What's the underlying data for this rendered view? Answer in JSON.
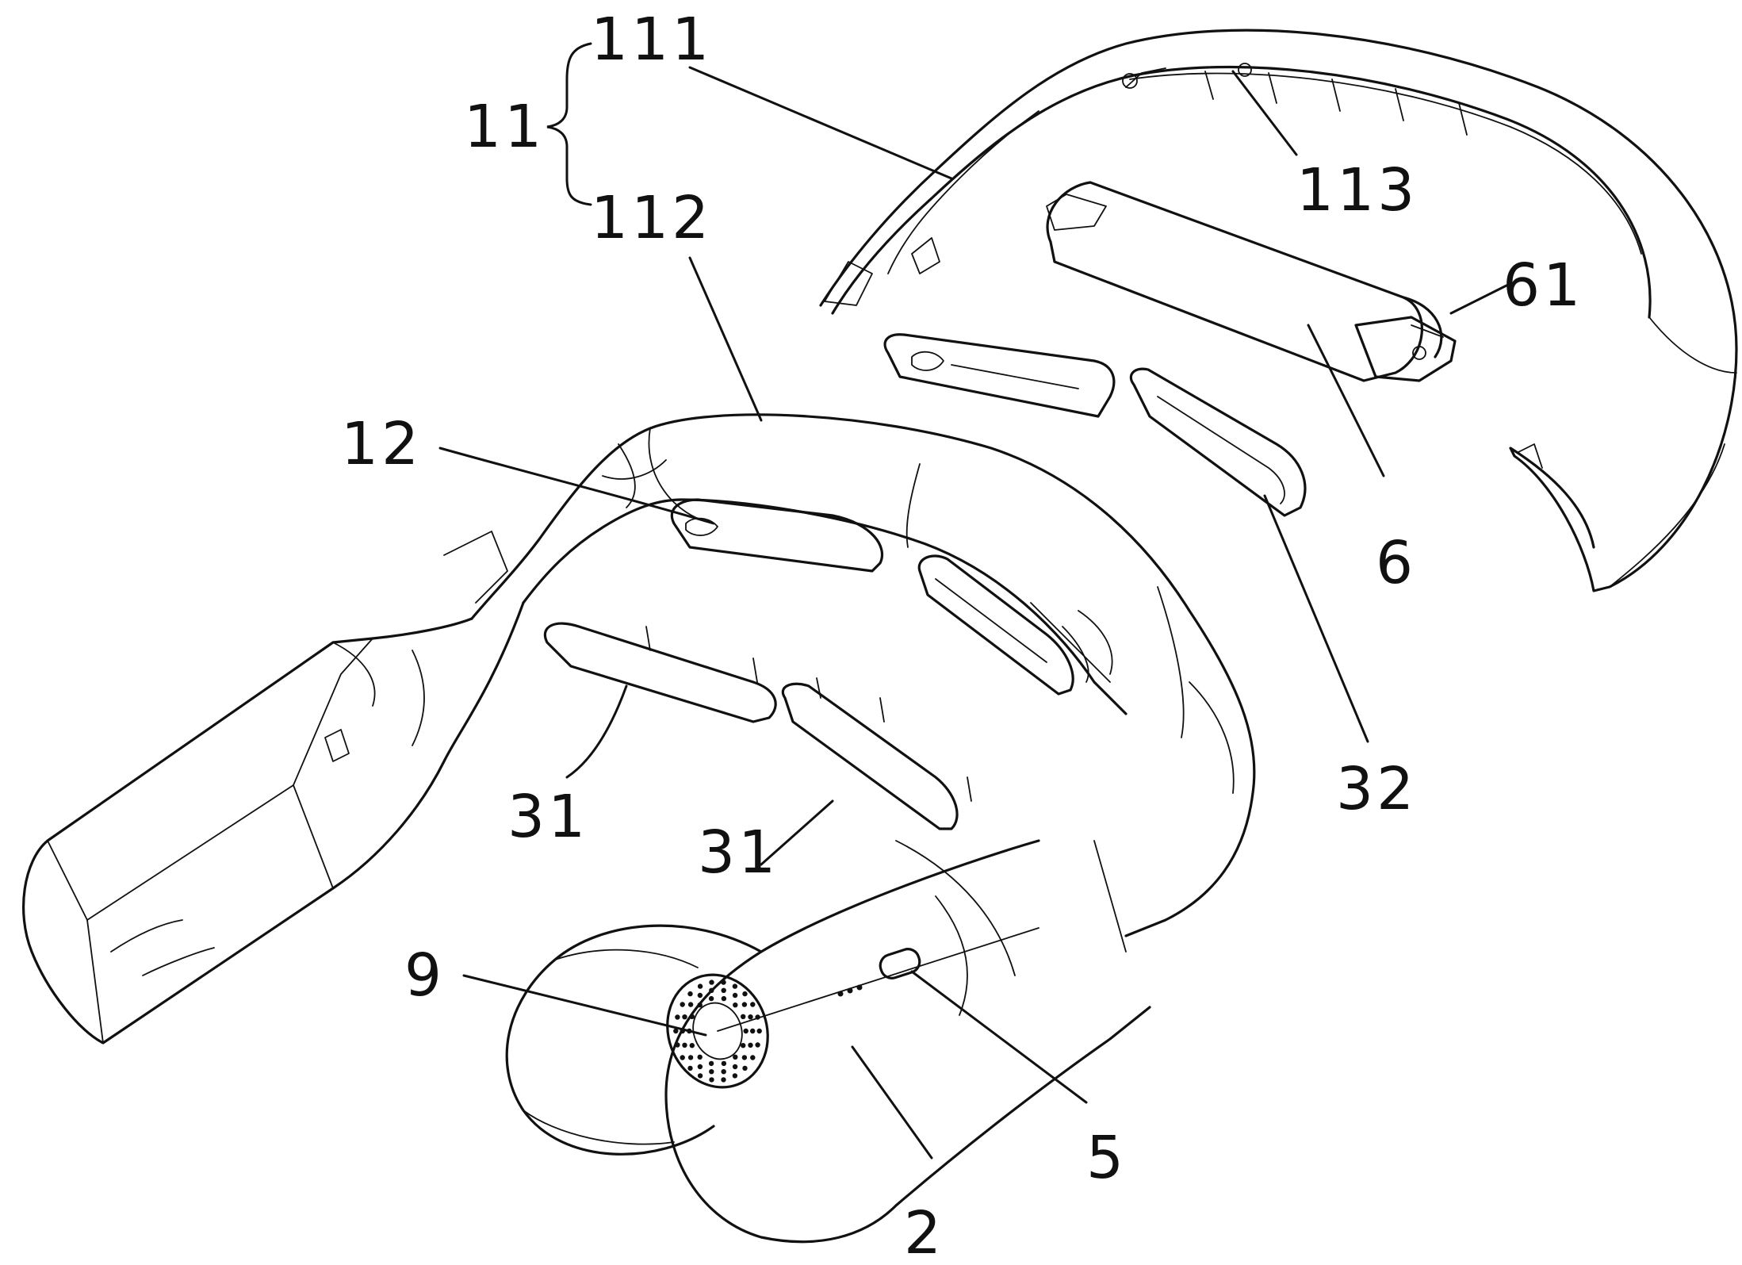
{
  "labels": {
    "l11": "11",
    "l111": "111",
    "l112": "112",
    "l113": "113",
    "l12": "12",
    "l6": "6",
    "l61": "61",
    "l32": "32",
    "l31a": "31",
    "l31b": "31",
    "l9": "9",
    "l5": "5",
    "l2": "2"
  },
  "colors": {
    "line": "#111111",
    "background": "#ffffff"
  }
}
